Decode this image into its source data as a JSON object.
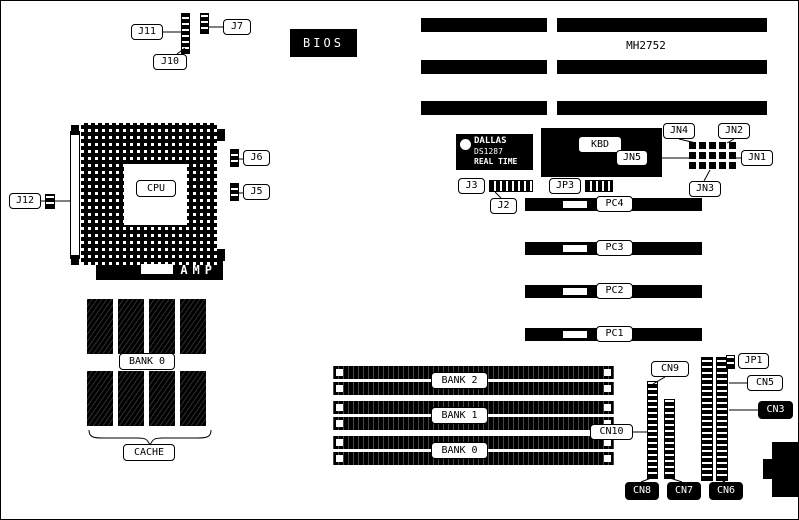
{
  "board": {
    "chips": {
      "bios": "BIOS",
      "kbd": "KBD",
      "cpu": "CPU",
      "amp": "AMP",
      "mh2752": "MH2752",
      "dallas": {
        "brand": "DALLAS",
        "model": "DS1287",
        "type": "REAL TIME"
      }
    },
    "jumpers": {
      "j2": "J2",
      "j3": "J3",
      "j5": "J5",
      "j6": "J6",
      "j7": "J7",
      "j10": "J10",
      "j11": "J11",
      "j12": "J12",
      "jp1": "JP1",
      "jp3": "JP3",
      "jn1": "JN1",
      "jn2": "JN2",
      "jn3": "JN3",
      "jn4": "JN4",
      "jn5": "JN5"
    },
    "slots": {
      "pc1": "PC1",
      "pc2": "PC2",
      "pc3": "PC3",
      "pc4": "PC4"
    },
    "memory": {
      "cache_bank": "BANK 0",
      "cache": "CACHE",
      "bank2": "BANK 2",
      "bank1": "BANK 1",
      "bank0": "BANK 0"
    },
    "connectors": {
      "cn3": "CN3",
      "cn5": "CN5",
      "cn6": "CN6",
      "cn7": "CN7",
      "cn8": "CN8",
      "cn9": "CN9",
      "cn10": "CN10"
    },
    "colors": {
      "ink": "#000000",
      "paper": "#ffffff"
    }
  }
}
